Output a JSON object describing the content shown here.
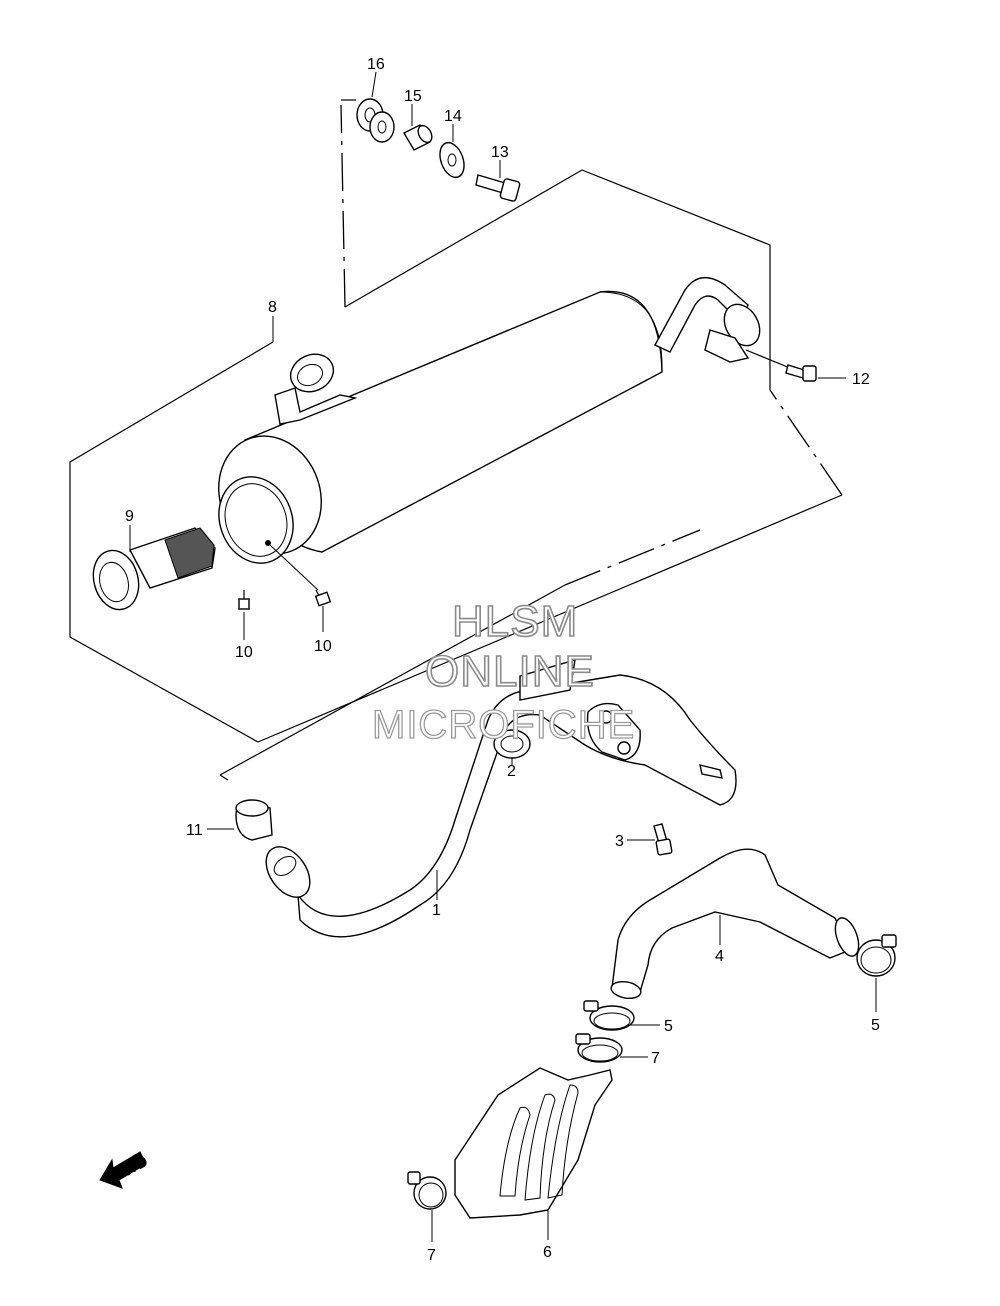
{
  "watermark": {
    "line1": "HLSM",
    "line2": "ONLINE",
    "line3": "MICROFICHE"
  },
  "fwd_label": "FWD",
  "callouts": {
    "c1": "1",
    "c2": "2",
    "c3": "3",
    "c4": "4",
    "c5a": "5",
    "c5b": "5",
    "c6": "6",
    "c7a": "7",
    "c7b": "7",
    "c8": "8",
    "c9": "9",
    "c10a": "10",
    "c10b": "10",
    "c11": "11",
    "c12": "12",
    "c13": "13",
    "c14": "14",
    "c15": "15",
    "c16": "16"
  }
}
